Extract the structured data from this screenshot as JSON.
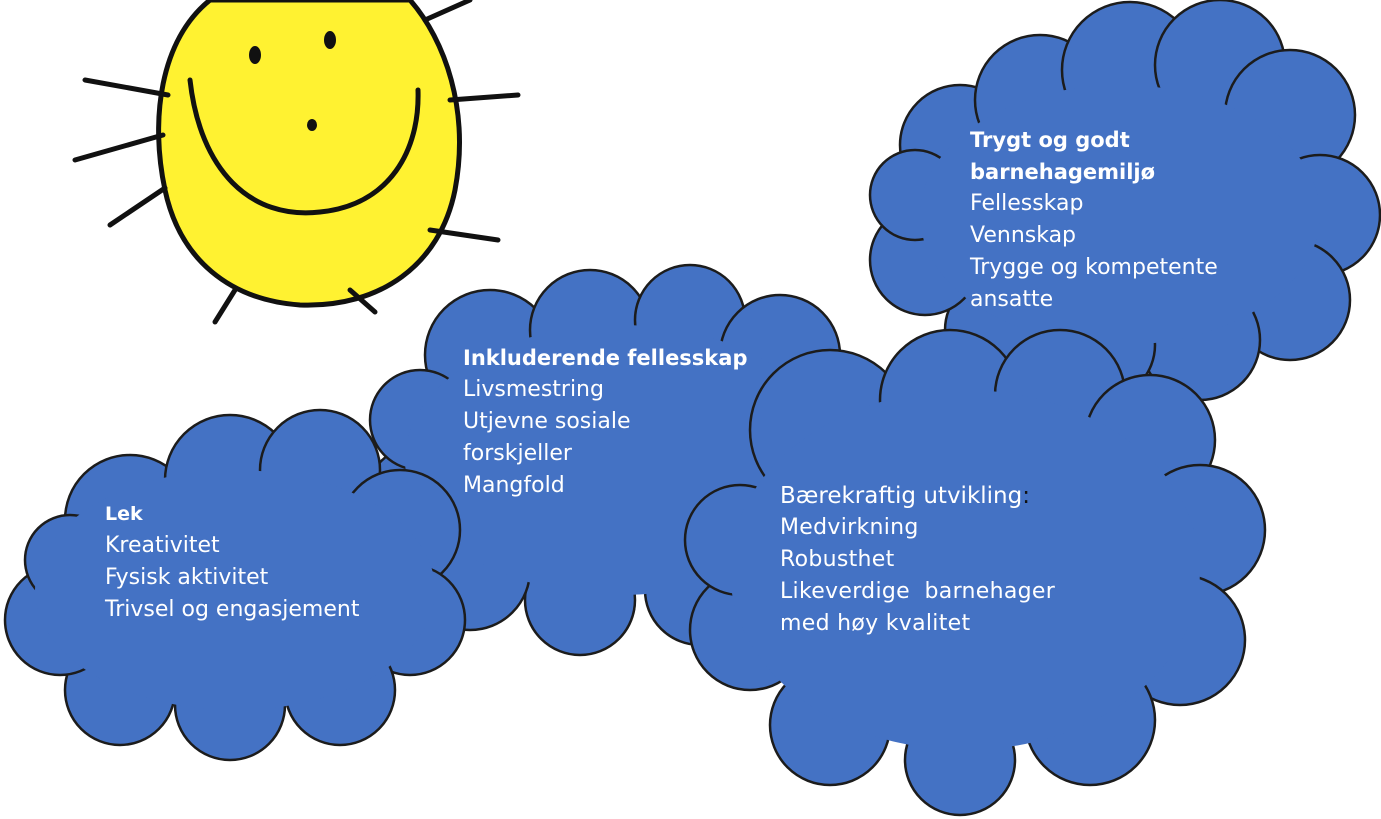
{
  "clouds": {
    "lek": {
      "title": "Lek",
      "items": [
        "Kreativitet",
        "Fysisk aktivitet",
        "Trivsel og engasjement"
      ]
    },
    "inkluderende": {
      "title": "Inkluderende fellesskap",
      "items": [
        "Livsmestring",
        "Utjevne sosiale",
        "forskjeller",
        "Mangfold"
      ]
    },
    "trygt": {
      "title_line1": "Trygt og godt",
      "title_line2": "barnehagemiljø",
      "items": [
        "Fellesskap",
        "Vennskap",
        "Trygge og kompetente",
        "ansatte"
      ]
    },
    "baerekraftig": {
      "title": "Bærekraftig utvikling",
      "title_suffix": ":",
      "items": [
        "Medvirkning",
        "Robusthet",
        "Likeverdige  barnehager",
        "med høy kvalitet"
      ]
    }
  },
  "colors": {
    "cloud_fill": "#4472c4",
    "cloud_stroke": "#1c1c1c",
    "sun_fill": "#fff231",
    "text": "#ffffff"
  },
  "icons": {
    "sun": "smiling-sun-drawing"
  }
}
